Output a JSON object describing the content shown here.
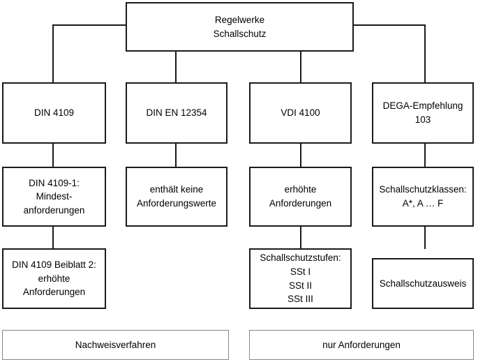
{
  "diagram": {
    "title": "Regelwerke Schallschutz",
    "root": {
      "label": "Regelwerke\nSchallschutz"
    },
    "columns": [
      {
        "id": "din-4109",
        "standard": "DIN 4109",
        "level2": "DIN 4109-1:\nMindest-\nanforderungen",
        "level3": "DIN 4109 Beiblatt 2:\nerhöhte\nAnforderungen"
      },
      {
        "id": "din-en-12354",
        "standard": "DIN EN 12354",
        "level2": "enthält keine\nAnforderungswerte",
        "level3": null
      },
      {
        "id": "vdi-4100",
        "standard": "VDI 4100",
        "level2": "erhöhte\nAnforderungen",
        "level3": "Schallschutzstufen:\nSSt I\nSSt II\nSSt III"
      },
      {
        "id": "dega-empfehlung-103",
        "standard": "DEGA-Empfehlung\n103",
        "level2": "Schallschutzklassen:\nA*, A … F",
        "level3": "Schallschutzausweis"
      }
    ],
    "legend": [
      {
        "id": "nachweisverfahren",
        "label": "Nachweisverfahren"
      },
      {
        "id": "nur-anforderungen",
        "label": "nur Anforderungen"
      }
    ],
    "colors": {
      "box_border": "#1a1a1a",
      "legend_border": "#868686",
      "background": "#ffffff",
      "text": "#000000"
    }
  }
}
